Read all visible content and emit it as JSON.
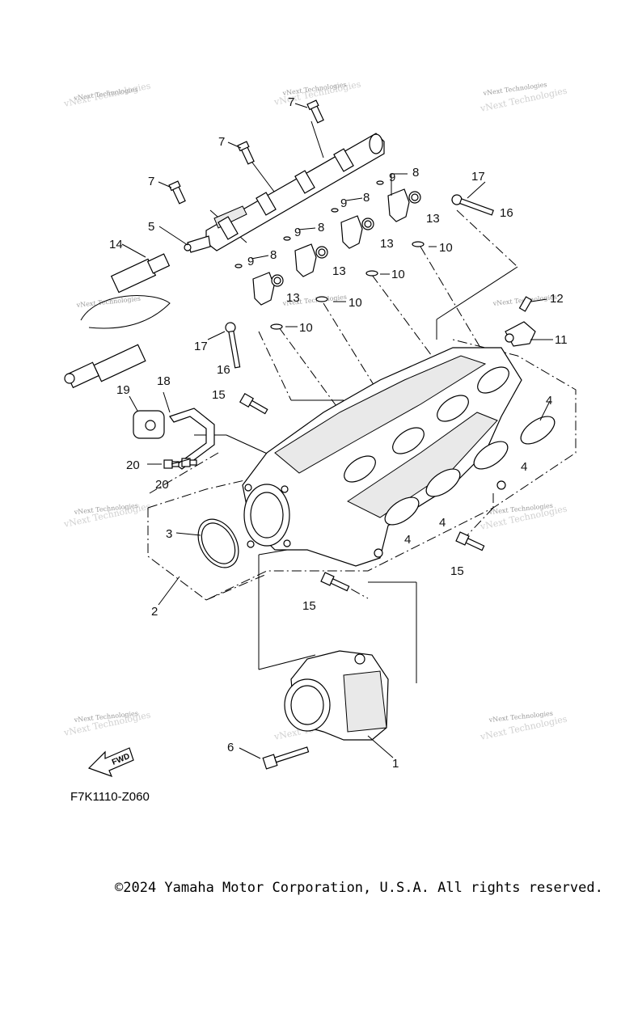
{
  "figure_code": "F7K1110-Z060",
  "copyright": "©2024 Yamaha Motor Corporation, U.S.A. All rights reserved.",
  "watermark": "vNext Technologies",
  "fwd_label": "FWD",
  "callouts": {
    "c1": "1",
    "c2": "2",
    "c3": "3",
    "c4a": "4",
    "c4b": "4",
    "c4c": "4",
    "c4d": "4",
    "c5": "5",
    "c6": "6",
    "c7a": "7",
    "c7b": "7",
    "c7c": "7",
    "c8a": "8",
    "c8b": "8",
    "c8c": "8",
    "c8d": "8",
    "c9a": "9",
    "c9b": "9",
    "c9c": "9",
    "c9d": "9",
    "c10a": "10",
    "c10b": "10",
    "c10c": "10",
    "c10d": "10",
    "c11": "11",
    "c12": "12",
    "c13a": "13",
    "c13b": "13",
    "c13c": "13",
    "c13d": "13",
    "c14": "14",
    "c15a": "15",
    "c15b": "15",
    "c15c": "15",
    "c16a": "16",
    "c16b": "16",
    "c17a": "17",
    "c17b": "17",
    "c18": "18",
    "c19": "19",
    "c20a": "20",
    "c20b": "20"
  }
}
